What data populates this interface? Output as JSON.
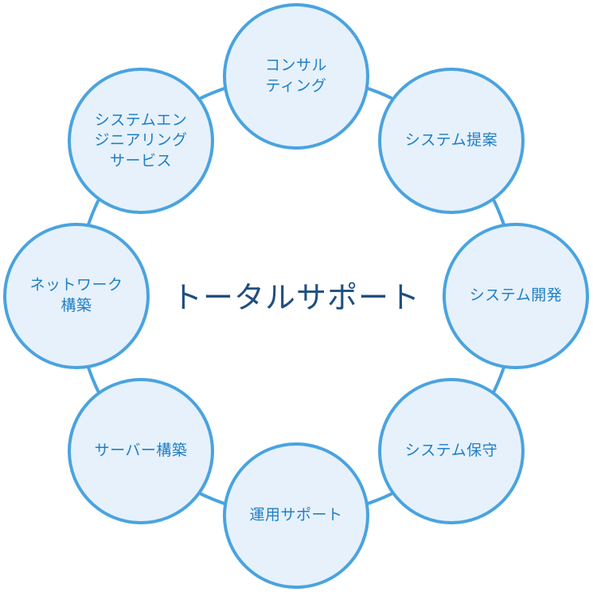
{
  "diagram": {
    "center": "トータルサポート",
    "nodes": [
      {
        "label": "コンサル\nティング"
      },
      {
        "label": "システム提案"
      },
      {
        "label": "システム開発"
      },
      {
        "label": "システム保守"
      },
      {
        "label": "運用サポート"
      },
      {
        "label": "サーバー構築"
      },
      {
        "label": "ネットワーク\n構築"
      },
      {
        "label": "システムエン\nジニアリング\nサービス"
      }
    ]
  },
  "colors": {
    "node_border": "#4aa3df",
    "node_fill": "#e6f1fb",
    "node_text": "#1f7fc6",
    "center_text": "#1f4f80",
    "ring": "#4aa3df"
  }
}
